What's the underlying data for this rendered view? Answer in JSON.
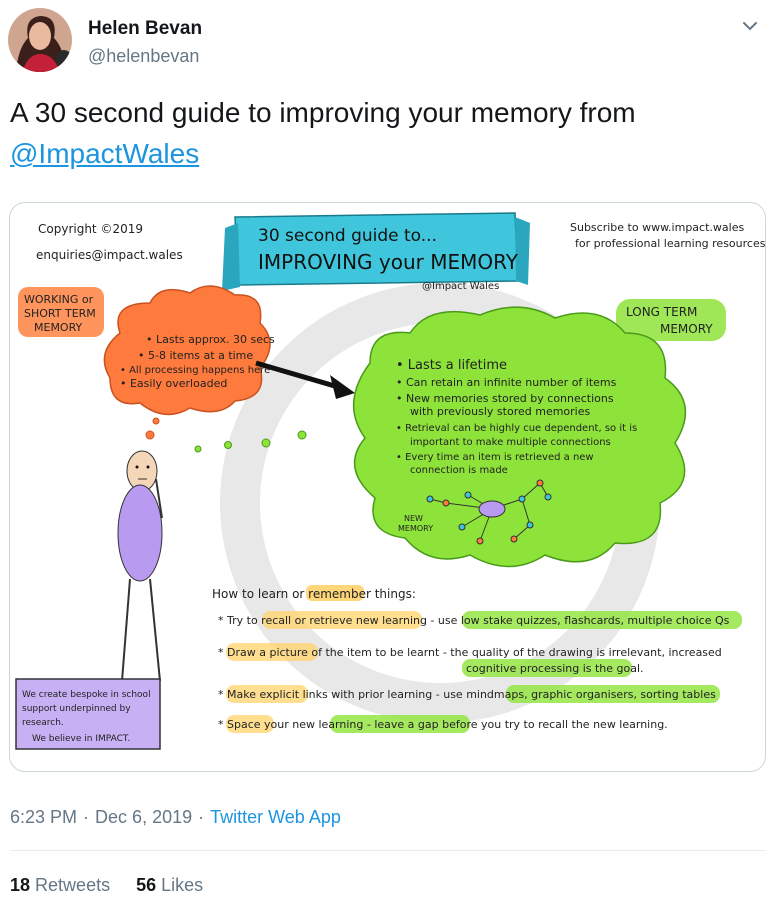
{
  "user": {
    "name": "Helen Bevan",
    "handle": "@helenbevan"
  },
  "tweet": {
    "text_before": "A 30 second guide to improving your memory from ",
    "mention": "@ImpactWales"
  },
  "infographic": {
    "copyright": "Copyright ©2019",
    "email": "enquiries@impact.wales",
    "title_line1": "30 second guide to...",
    "title_line2": "IMPROVING your MEMORY",
    "title_credit": "@Impact Wales",
    "subscribe_line1": "Subscribe to www.impact.wales",
    "subscribe_line2": "for professional learning resources",
    "working_label_1": "WORKING or",
    "working_label_2": "SHORT TERM",
    "working_label_3": "MEMORY",
    "working_points": [
      "• Lasts approx. 30 secs",
      "• 5-8 items at a time",
      "• All processing happens here",
      "• Easily overloaded"
    ],
    "long_label_1": "LONG TERM",
    "long_label_2": "MEMORY",
    "long_points": [
      "• Lasts a lifetime",
      "• Can retain an infinite number of items",
      "• New memories stored by connections",
      "with previously stored memories",
      "• Retrieval can be highly cue dependent, so it is",
      "important to make multiple connections",
      "• Every time an item is retrieved a new",
      "connection is made"
    ],
    "new_memory_1": "NEW",
    "new_memory_2": "MEMORY",
    "how_to": "How to learn or remember things:",
    "tips": [
      "* Try to recall or retrieve new learning - use low stake quizzes, flashcards, multiple choice Qs",
      "* Draw a picture of the item to be learnt - the quality of the drawing is irrelevant, increased",
      "cognitive processing is the goal.",
      "* Make explicit links with prior learning - use mindmaps, graphic organisers, sorting tables",
      "* Space your new learning - leave a gap before you try to recall the new learning."
    ],
    "bespoke_lines": [
      "We create bespoke in school",
      "support underpinned by",
      "research.",
      "We believe in IMPACT."
    ]
  },
  "meta": {
    "time": "6:23 PM",
    "date": "Dec 6, 2019",
    "source": "Twitter Web App"
  },
  "stats": {
    "retweets": "18",
    "retweets_label": "Retweets",
    "likes": "56",
    "likes_label": "Likes"
  },
  "colors": {
    "link": "#1b95e0",
    "green": "#8ee33a",
    "orange": "#ff7a3d",
    "purple": "#b89af0",
    "banner": "#3fc6dc"
  }
}
